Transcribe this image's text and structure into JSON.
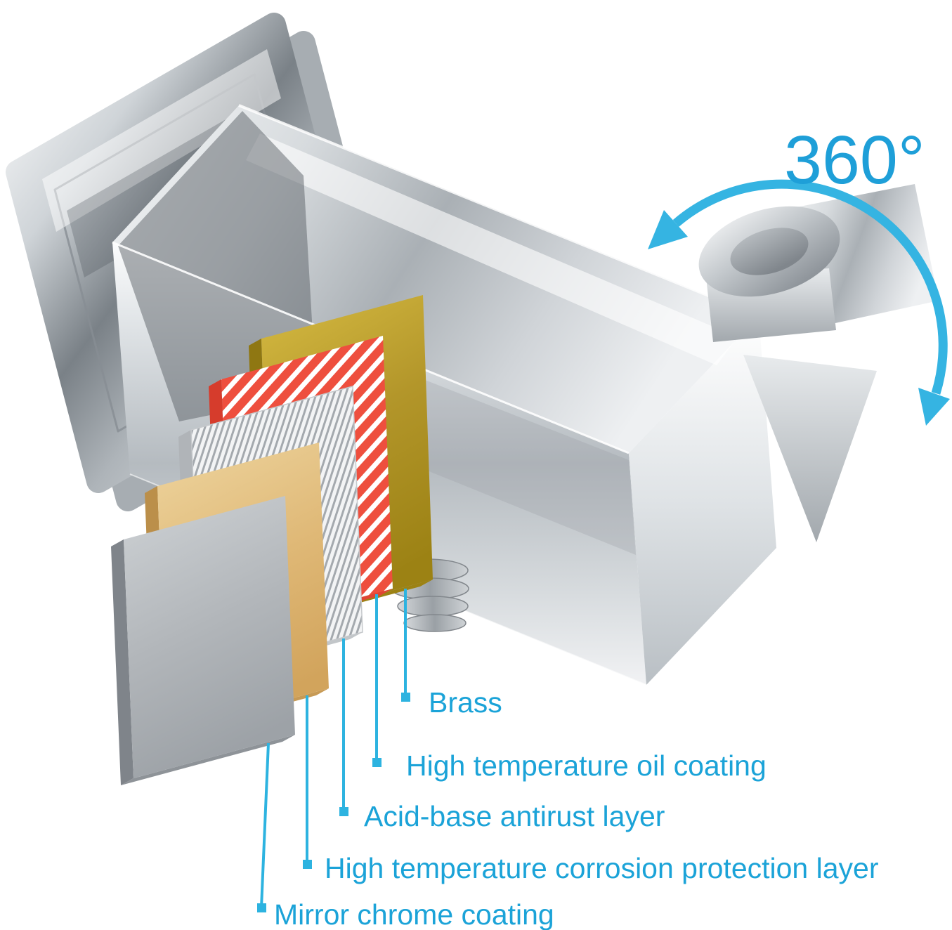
{
  "diagram": {
    "rotation_label": "360°",
    "layers": [
      {
        "name": "brass",
        "label": "Brass",
        "color": "#b3962a"
      },
      {
        "name": "high-temperature-oil-coating",
        "label": "High temperature oil coating",
        "color": "#ee4f3e"
      },
      {
        "name": "acid-base-antirust-layer",
        "label": "Acid-base antirust layer",
        "color": "#c8ccd0"
      },
      {
        "name": "high-temperature-corrosion-protection-layer",
        "label": "High temperature corrosion protection layer",
        "color": "#ddb06a"
      },
      {
        "name": "mirror-chrome-coating",
        "label": "Mirror chrome coating",
        "color": "#b4b8bc"
      }
    ],
    "colors": {
      "accent_text": "#1ba3d8",
      "rotation_arrow": "#35b4e2",
      "chrome_highlight": "#ffffff",
      "chrome_mid": "#b5bbc0"
    },
    "icons": {
      "rotation_arrow": "curved-double-headed-arrow"
    }
  }
}
